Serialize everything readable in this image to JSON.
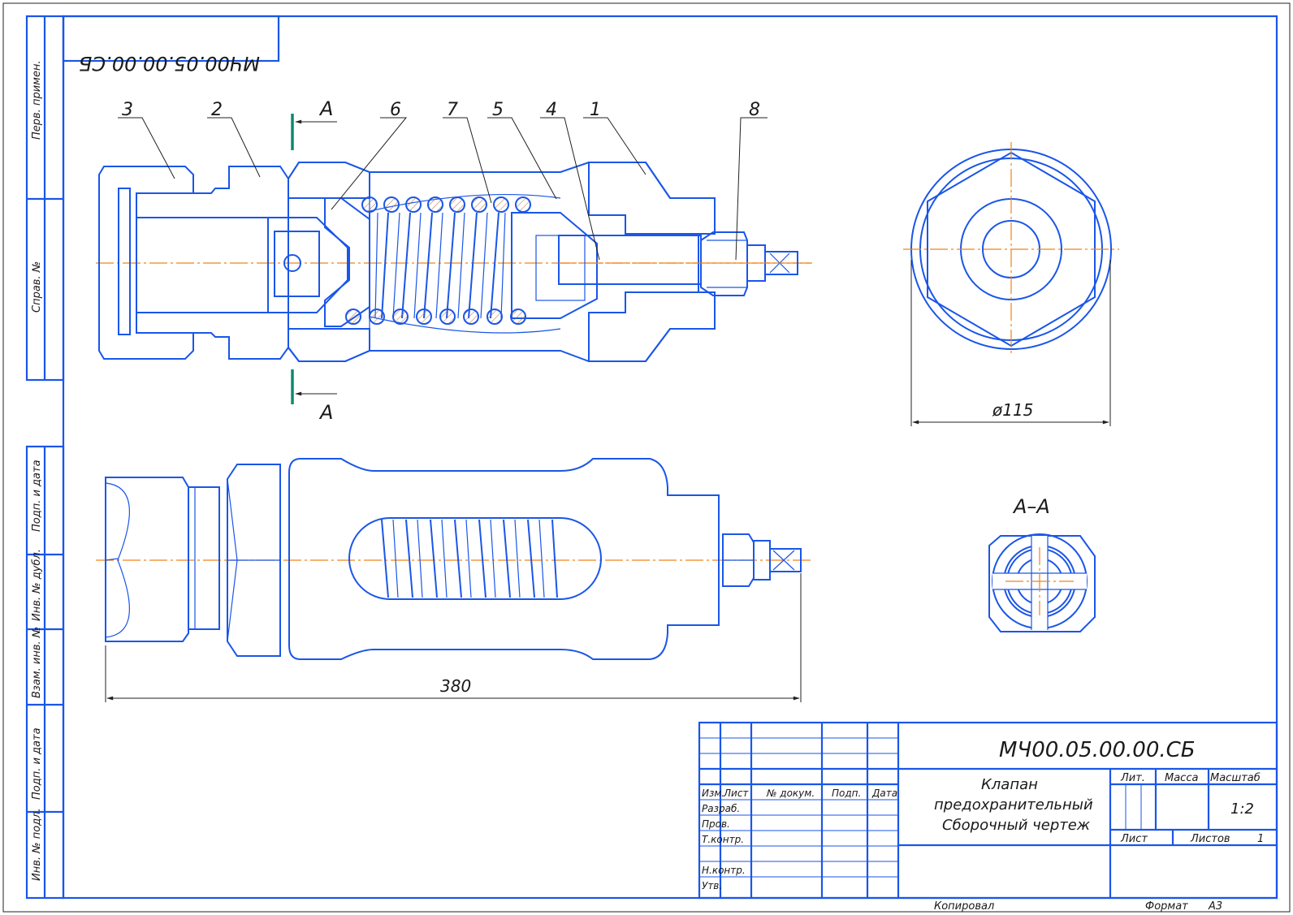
{
  "drawing": {
    "code": "МЧ00.05.00.00.СБ",
    "code_mirrored": "МЧ00.05.00.00.СБ",
    "title_line1": "Клапан",
    "title_line2": "предохранительный",
    "title_line3": "Сборочный чертеж",
    "scale": "1:2",
    "sheets_total": "1"
  },
  "title_block": {
    "col_izm": "Изм.",
    "col_list": "Лист",
    "col_doc": "№ докум.",
    "col_sign": "Подп.",
    "col_date": "Дата",
    "row_razrab": "Разраб.",
    "row_prov": "Пров.",
    "row_tkontr": "Т.контр.",
    "row_nkontr": "Н.контр.",
    "row_utv": "Утв.",
    "lit": "Лит.",
    "massa": "Масса",
    "masshtab": "Масштаб",
    "list": "Лист",
    "listov": "Листов",
    "kopiroval": "Копировал",
    "format_label": "Формат",
    "format_value": "А3"
  },
  "side_strip": {
    "perv_primen": "Перв. примен.",
    "sprav_no": "Справ. №",
    "podp_data_1": "Подп. и дата",
    "inv_dubl": "Инв. № дубл.",
    "vzam_inv": "Взам. инв. №",
    "podp_data_2": "Подп. и дата",
    "inv_podl": "Инв. № подл."
  },
  "callouts": [
    "3",
    "2",
    "6",
    "7",
    "5",
    "4",
    "1",
    "8"
  ],
  "section": {
    "letter_top": "А",
    "letter_bottom": "А",
    "view_label": "А–А"
  },
  "dimensions": {
    "diameter": "ø115",
    "length": "380"
  },
  "colors": {
    "outline": "#1a56e8",
    "axis": "#f0841a",
    "section_mark": "#0c8a6e"
  }
}
